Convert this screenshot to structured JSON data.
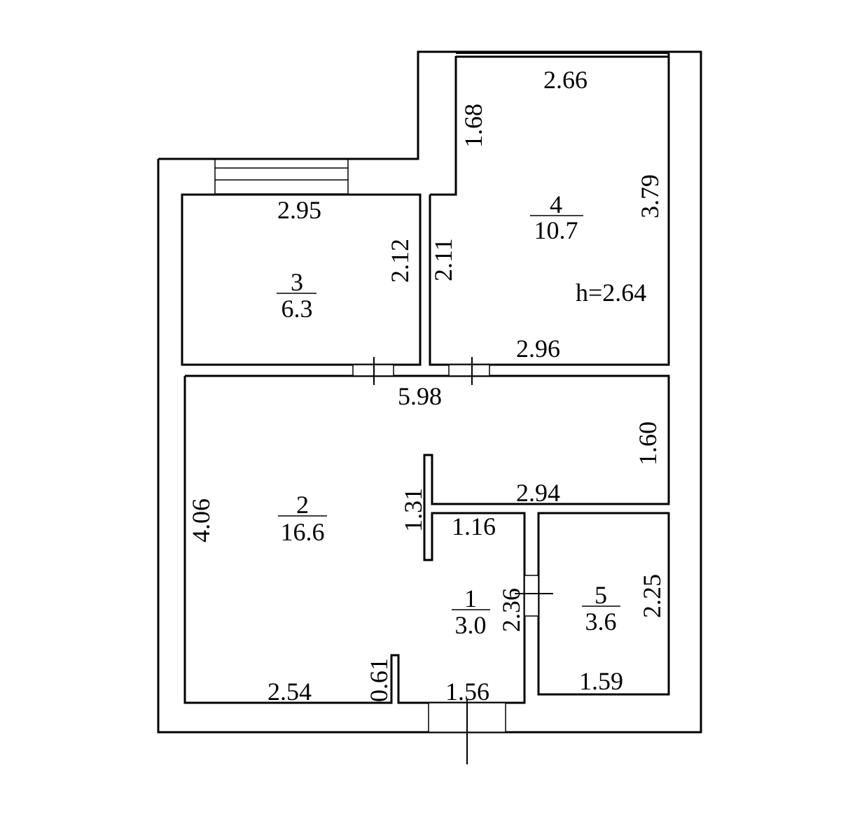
{
  "rooms": {
    "r1": {
      "number": "1",
      "area": "3.0"
    },
    "r2": {
      "number": "2",
      "area": "16.6"
    },
    "r3": {
      "number": "3",
      "area": "6.3"
    },
    "r4": {
      "number": "4",
      "area": "10.7"
    },
    "r5": {
      "number": "5",
      "area": "3.6"
    }
  },
  "dimensions": {
    "d_266": "2.66",
    "d_168": "1.68",
    "d_379": "3.79",
    "d_295": "2.95",
    "d_212": "2.12",
    "d_211": "2.11",
    "ceiling_height": "h=2.64",
    "d_296": "2.96",
    "d_598": "5.98",
    "d_160": "1.60",
    "d_406": "4.06",
    "d_131": "1.31",
    "d_294": "2.94",
    "d_116": "1.16",
    "d_236": "2.36",
    "d_225": "2.25",
    "d_061": "0.61",
    "d_254": "2.54",
    "d_156": "1.56",
    "d_159": "1.59"
  }
}
